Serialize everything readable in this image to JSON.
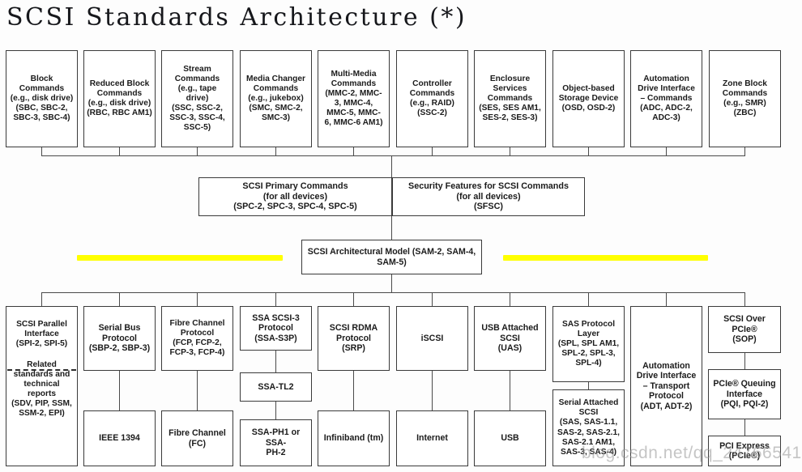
{
  "page": {
    "title": "SCSI Standards Architecture (*)",
    "watermark": "blog.csdn.net/qq_24766541",
    "accent_highlight": "#ffff00",
    "box_border": "#3a3a3a",
    "text_color": "#1b1b1b"
  },
  "device_type_commands": [
    {
      "name": "block-commands",
      "lines": [
        "Block",
        "Commands",
        "(e.g., disk drive)",
        "(SBC, SBC-2,",
        "SBC-3, SBC-4)"
      ]
    },
    {
      "name": "reduced-block-commands",
      "lines": [
        "Reduced Block",
        "Commands",
        "(e.g., disk drive)",
        "(RBC, RBC AM1)"
      ]
    },
    {
      "name": "stream-commands",
      "lines": [
        "Stream",
        "Commands",
        "(e.g., tape",
        "drive)",
        "(SSC,  SSC-2,",
        "SSC-3, SSC-4,",
        "SSC-5)"
      ]
    },
    {
      "name": "media-changer-commands",
      "lines": [
        "Media Changer",
        "Commands",
        "(e.g., jukebox)",
        "(SMC, SMC-2,",
        "SMC-3)"
      ]
    },
    {
      "name": "multi-media-commands",
      "lines": [
        "Multi-Media",
        "Commands",
        "(MMC-2, MMC-",
        "3, MMC-4,",
        "MMC-5, MMC-",
        "6, MMC-6 AM1)"
      ]
    },
    {
      "name": "controller-commands",
      "lines": [
        "Controller",
        "Commands",
        "(e.g., RAID)",
        "(SSC-2)"
      ]
    },
    {
      "name": "enclosure-services",
      "lines": [
        "Enclosure",
        "Services",
        "Commands",
        "(SES, SES AM1,",
        "SES-2, SES-3)"
      ]
    },
    {
      "name": "object-based-storage",
      "lines": [
        "Object-based",
        "Storage Device",
        "(OSD, OSD-2)"
      ]
    },
    {
      "name": "automation-drive-commands",
      "lines": [
        "Automation",
        "Drive Interface",
        "– Commands",
        "(ADC, ADC-2,",
        "ADC-3)"
      ]
    },
    {
      "name": "zone-block-commands",
      "lines": [
        "Zone Block",
        "Commands",
        "(e.g., SMR)",
        "(ZBC)"
      ]
    }
  ],
  "shared_command_sets": [
    {
      "name": "scsi-primary-commands",
      "lines": [
        "SCSI Primary Commands",
        "(for all devices)",
        "(SPC-2, SPC-3, SPC-4, SPC-5)"
      ]
    },
    {
      "name": "security-features",
      "lines": [
        "Security Features for SCSI Commands",
        "(for all devices)",
        "(SFSC)"
      ]
    }
  ],
  "architectural_model": {
    "name": "scsi-architectural-model",
    "lines": [
      "SCSI Architectural Model (SAM-2, SAM-4,",
      "SAM-5)"
    ]
  },
  "interconnects_and_protocols": [
    {
      "name": "scsi-parallel-interface",
      "upper": [
        "SCSI Parallel",
        "Interface",
        "(SPI-2, SPI-5)"
      ],
      "lower": [
        "Related",
        "standards and",
        "technical",
        "reports",
        "(SDV, PIP, SSM,",
        "SSM-2, EPI)"
      ]
    },
    {
      "name": "serial-bus-protocol",
      "protocol": [
        "Serial Bus",
        "Protocol",
        "(SBP-2, SBP-3)"
      ],
      "transport": [
        "IEEE 1394"
      ]
    },
    {
      "name": "fibre-channel-protocol",
      "protocol": [
        "Fibre Channel",
        "Protocol",
        "(FCP, FCP-2,",
        "FCP-3, FCP-4)"
      ],
      "transport": [
        "Fibre Channel",
        "(FC)"
      ]
    },
    {
      "name": "ssa-scsi-3-protocol",
      "protocol": [
        "SSA SCSI-3",
        "Protocol",
        "(SSA-S3P)"
      ],
      "middle": [
        "SSA-TL2"
      ],
      "transport": [
        "SSA-PH1 or SSA-",
        "PH-2"
      ]
    },
    {
      "name": "scsi-rdma-protocol",
      "protocol": [
        "SCSI RDMA",
        "Protocol",
        "(SRP)"
      ],
      "transport": [
        "Infiniband (tm)"
      ]
    },
    {
      "name": "iscsi",
      "protocol": [
        "iSCSI"
      ],
      "transport": [
        "Internet"
      ]
    },
    {
      "name": "usb-attached-scsi",
      "protocol": [
        "USB Attached",
        "SCSI",
        "(UAS)"
      ],
      "transport": [
        "USB"
      ]
    },
    {
      "name": "sas-protocol-layer",
      "protocol": [
        "SAS Protocol",
        "Layer",
        "(SPL, SPL AM1,",
        "SPL-2, SPL-3,",
        "SPL-4)"
      ],
      "transport": [
        "Serial Attached",
        "SCSI",
        "(SAS, SAS-1.1,",
        "SAS-2, SAS-2.1,",
        "SAS-2.1 AM1,",
        "SAS-3, SAS-4)"
      ]
    },
    {
      "name": "automation-drive-transport",
      "protocol": [
        "Automation",
        "Drive Interface",
        "– Transport",
        "Protocol",
        "(ADT, ADT-2)"
      ]
    },
    {
      "name": "scsi-over-pcie",
      "protocol": [
        "SCSI Over PCIe®",
        "(SOP)"
      ],
      "middle": [
        "PCIe® Queuing",
        "Interface",
        "(PQI, PQI-2)"
      ],
      "transport": [
        "PCI Express",
        "(PCIe®)"
      ]
    }
  ]
}
